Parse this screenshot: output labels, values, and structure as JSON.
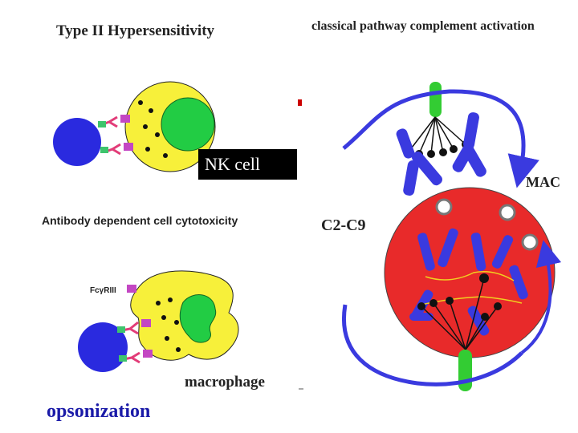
{
  "left_panel": {
    "title": "Type II  Hypersensitivity",
    "adcc_label": "Antibody dependent cell cytotoxicity",
    "nk_label": "NK cell",
    "receptor_label": "FcγRIII",
    "macrophage_label": "macrophage",
    "opsonization_label": "opsonization"
  },
  "right_panel": {
    "title": "classical pathway  complement activation",
    "mac_label": "MAC",
    "complement_label": "C2-C9"
  },
  "colors": {
    "target_cell": "#2a2adf",
    "effector_cell": "#f7f03a",
    "nucleus": "#22cc44",
    "lysed_cell": "#e82a2a",
    "antibody": "#3a3adf",
    "c1q": "#33cc33",
    "nk_box": "#000000",
    "opsonization_text": "#1a1aa8"
  }
}
